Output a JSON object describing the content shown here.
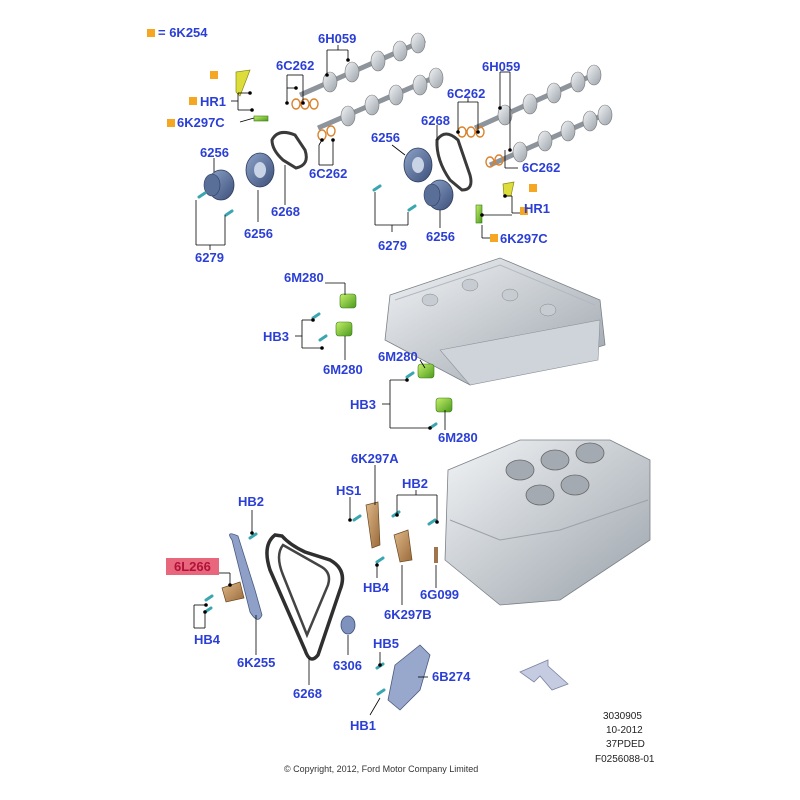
{
  "legend": {
    "marker_color": "#f5a623",
    "equals_text": "= 6K254"
  },
  "labels": {
    "6H059_a": "6H059",
    "6C262_a": "6C262",
    "HR1_a": "HR1",
    "6K297C_a": "6K297C",
    "6256_a": "6256",
    "6268_a": "6268",
    "6C262_b": "6C262",
    "6256_b": "6256",
    "6279_a": "6279",
    "6H059_b": "6H059",
    "6C262_c": "6C262",
    "6256_c": "6256",
    "6268_b": "6268",
    "6C262_d": "6C262",
    "HR1_b": "HR1",
    "6K297C_b": "6K297C",
    "6256_d": "6256",
    "6279_b": "6279",
    "6M280_a": "6M280",
    "HB3_a": "HB3",
    "6M280_b": "6M280",
    "6M280_c": "6M280",
    "HB3_b": "HB3",
    "6M280_d": "6M280",
    "6K297A": "6K297A",
    "HS1": "HS1",
    "HB2_a": "HB2",
    "HB2_b": "HB2",
    "6L266": "6L266",
    "HB4_a": "HB4",
    "6K255": "6K255",
    "6268_c": "6268",
    "6306": "6306",
    "HB4_b": "HB4",
    "6K297B": "6K297B",
    "6G099": "6G099",
    "HB5": "HB5",
    "6B274": "6B274",
    "HB1": "HB1"
  },
  "highlight_color": "#e8677d",
  "label_color": "#2b3fd6",
  "meta": {
    "line1": "3030905",
    "line2": "10-2012",
    "line3": "37PDED",
    "line4": "F0256088-01"
  },
  "copyright": "© Copyright, 2012, Ford Motor Company Limited"
}
